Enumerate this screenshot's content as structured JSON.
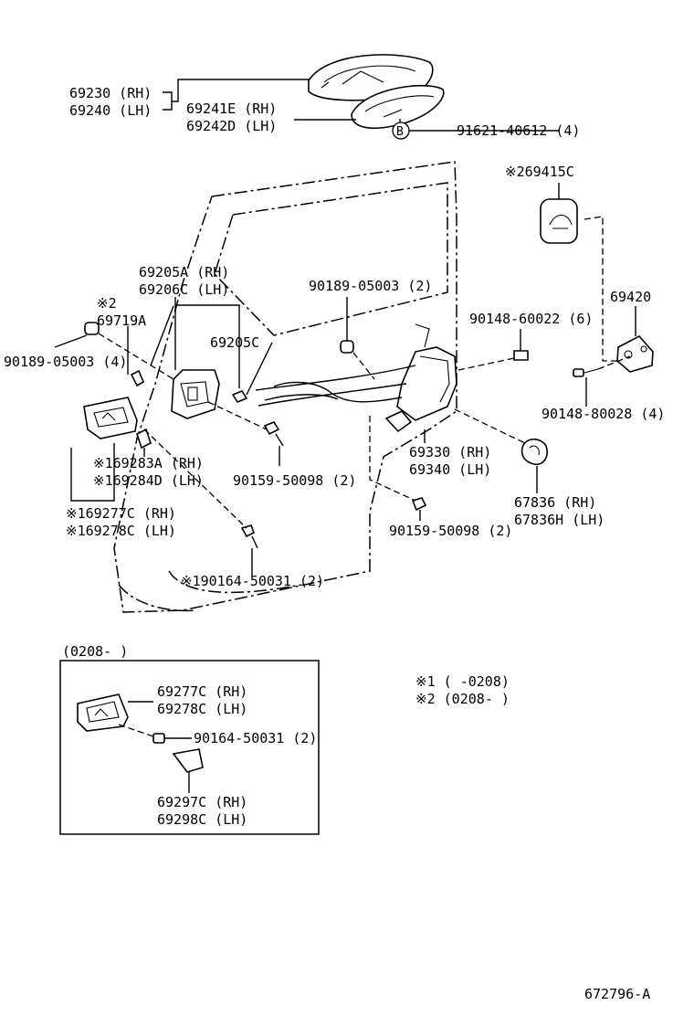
{
  "diagram": {
    "code": "672796-A",
    "parts": [
      {
        "id": "p69230",
        "lines": [
          "69230 (RH)",
          "69240 (LH)"
        ]
      },
      {
        "id": "p69241",
        "lines": [
          "69241E (RH)",
          "69242D (LH)"
        ]
      },
      {
        "id": "p91621",
        "lines": [
          "91621-40612 (4)"
        ]
      },
      {
        "id": "pB",
        "lines": [
          "B"
        ]
      },
      {
        "id": "p69415",
        "lines": [
          "※269415C"
        ]
      },
      {
        "id": "p69205A",
        "lines": [
          "69205A (RH)",
          "69206C (LH)"
        ]
      },
      {
        "id": "p90189top",
        "lines": [
          "90189-05003 (2)"
        ]
      },
      {
        "id": "p69420",
        "lines": [
          "69420"
        ]
      },
      {
        "id": "p69719",
        "lines": [
          "※2",
          "69719A"
        ]
      },
      {
        "id": "p90148a",
        "lines": [
          "90148-60022 (6)"
        ]
      },
      {
        "id": "p90189left",
        "lines": [
          "90189-05003 (4)"
        ]
      },
      {
        "id": "p69205C",
        "lines": [
          "69205C"
        ]
      },
      {
        "id": "p90148b",
        "lines": [
          "90148-80028 (4)"
        ]
      },
      {
        "id": "p69330",
        "lines": [
          "69330 (RH)",
          "69340 (LH)"
        ]
      },
      {
        "id": "p69283",
        "lines": [
          "※169283A (RH)",
          "※169284D (LH)"
        ]
      },
      {
        "id": "p90159a",
        "lines": [
          "90159-50098 (2)"
        ]
      },
      {
        "id": "p67836",
        "lines": [
          "67836  (RH)",
          "67836H (LH)"
        ]
      },
      {
        "id": "p69277top",
        "lines": [
          "※169277C (RH)",
          "※169278C (LH)"
        ]
      },
      {
        "id": "p90159b",
        "lines": [
          "90159-50098 (2)"
        ]
      },
      {
        "id": "p90164top",
        "lines": [
          "※190164-50031 (2)"
        ]
      },
      {
        "id": "pInset",
        "lines": [
          "(0208-    )"
        ]
      },
      {
        "id": "p69277box",
        "lines": [
          "69277C (RH)",
          "69278C (LH)"
        ]
      },
      {
        "id": "p90164box",
        "lines": [
          "90164-50031 (2)"
        ]
      },
      {
        "id": "p69297",
        "lines": [
          "69297C (RH)",
          "69298C (LH)"
        ]
      },
      {
        "id": "pNote",
        "lines": [
          "※1 (     -0208)",
          "※2 (0208-     )"
        ]
      }
    ]
  }
}
